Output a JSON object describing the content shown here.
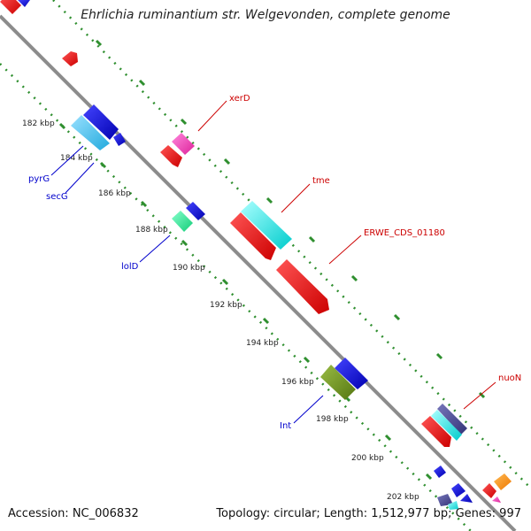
{
  "title": "Ehrlichia ruminantium str. Welgevonden, complete genome",
  "accession": "Accession: NC_006832",
  "summary": "Topology: circular; Length: 1,512,977 bp; Genes: 997",
  "colors": {
    "backbone": "#8c8c8c",
    "dots": "#2f8f2f",
    "forward_label": "#cc0000",
    "reverse_label": "#0000cc"
  },
  "ticks": [
    {
      "label": "182 kbp"
    },
    {
      "label": "184 kbp"
    },
    {
      "label": "186 kbp"
    },
    {
      "label": "188 kbp"
    },
    {
      "label": "190 kbp"
    },
    {
      "label": "192 kbp"
    },
    {
      "label": "194 kbp"
    },
    {
      "label": "196 kbp"
    },
    {
      "label": "198 kbp"
    },
    {
      "label": "200 kbp"
    },
    {
      "label": "202 kbp"
    }
  ],
  "gene_labels": [
    {
      "name": "xerD",
      "strand": "forward"
    },
    {
      "name": "tme",
      "strand": "forward"
    },
    {
      "name": "ERWE_CDS_01180",
      "strand": "forward"
    },
    {
      "name": "nuoN",
      "strand": "forward"
    },
    {
      "name": "pyrG",
      "strand": "reverse"
    },
    {
      "name": "secG",
      "strand": "reverse"
    },
    {
      "name": "lolD",
      "strand": "reverse"
    },
    {
      "name": "Int",
      "strand": "reverse"
    }
  ]
}
